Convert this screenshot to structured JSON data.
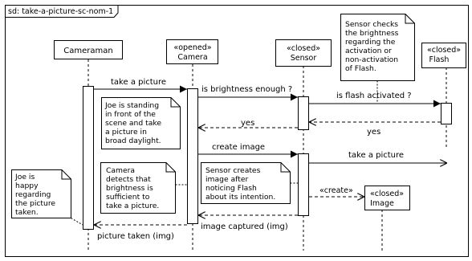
{
  "frame": {
    "title": "sd: take-a-picture-sc-nom-1"
  },
  "lifelines": {
    "cameraman": {
      "name": "Cameraman"
    },
    "camera": {
      "stereotype": "«opened»",
      "name": "Camera"
    },
    "sensor": {
      "stereotype": "«closed»",
      "name": "Sensor"
    },
    "flash": {
      "stereotype": "«closed»",
      "name": "Flash"
    },
    "image": {
      "stereotype": "«closed»",
      "name": "Image"
    }
  },
  "messages": {
    "take_picture_1": "take a picture",
    "brightness": "is brightness enough ?",
    "flash_activated": "is flash activated ?",
    "yes_flash": "yes",
    "yes_sensor": "yes",
    "create_image": "create image",
    "take_picture_2": "take a picture",
    "create": "«create»",
    "image_captured": "image captured (img)",
    "picture_taken": "picture taken (img)"
  },
  "notes": {
    "sensor_checks": [
      "Sensor checks",
      "the brightness",
      "regarding the",
      "activation or",
      "non-activation",
      "of Flash."
    ],
    "joe_standing": [
      "Joe is standing",
      "in front of the",
      "scene and take",
      "a picture in",
      "broad daylight."
    ],
    "camera_detects": [
      "Camera",
      "detects that",
      "brightness is",
      "sufficient to",
      "take a picture."
    ],
    "sensor_creates": [
      "Sensor creates",
      "image after",
      "noticing Flash",
      "about its intention."
    ],
    "joe_happy": [
      "Joe is",
      "happy",
      "regarding",
      "the picture",
      "taken."
    ]
  }
}
